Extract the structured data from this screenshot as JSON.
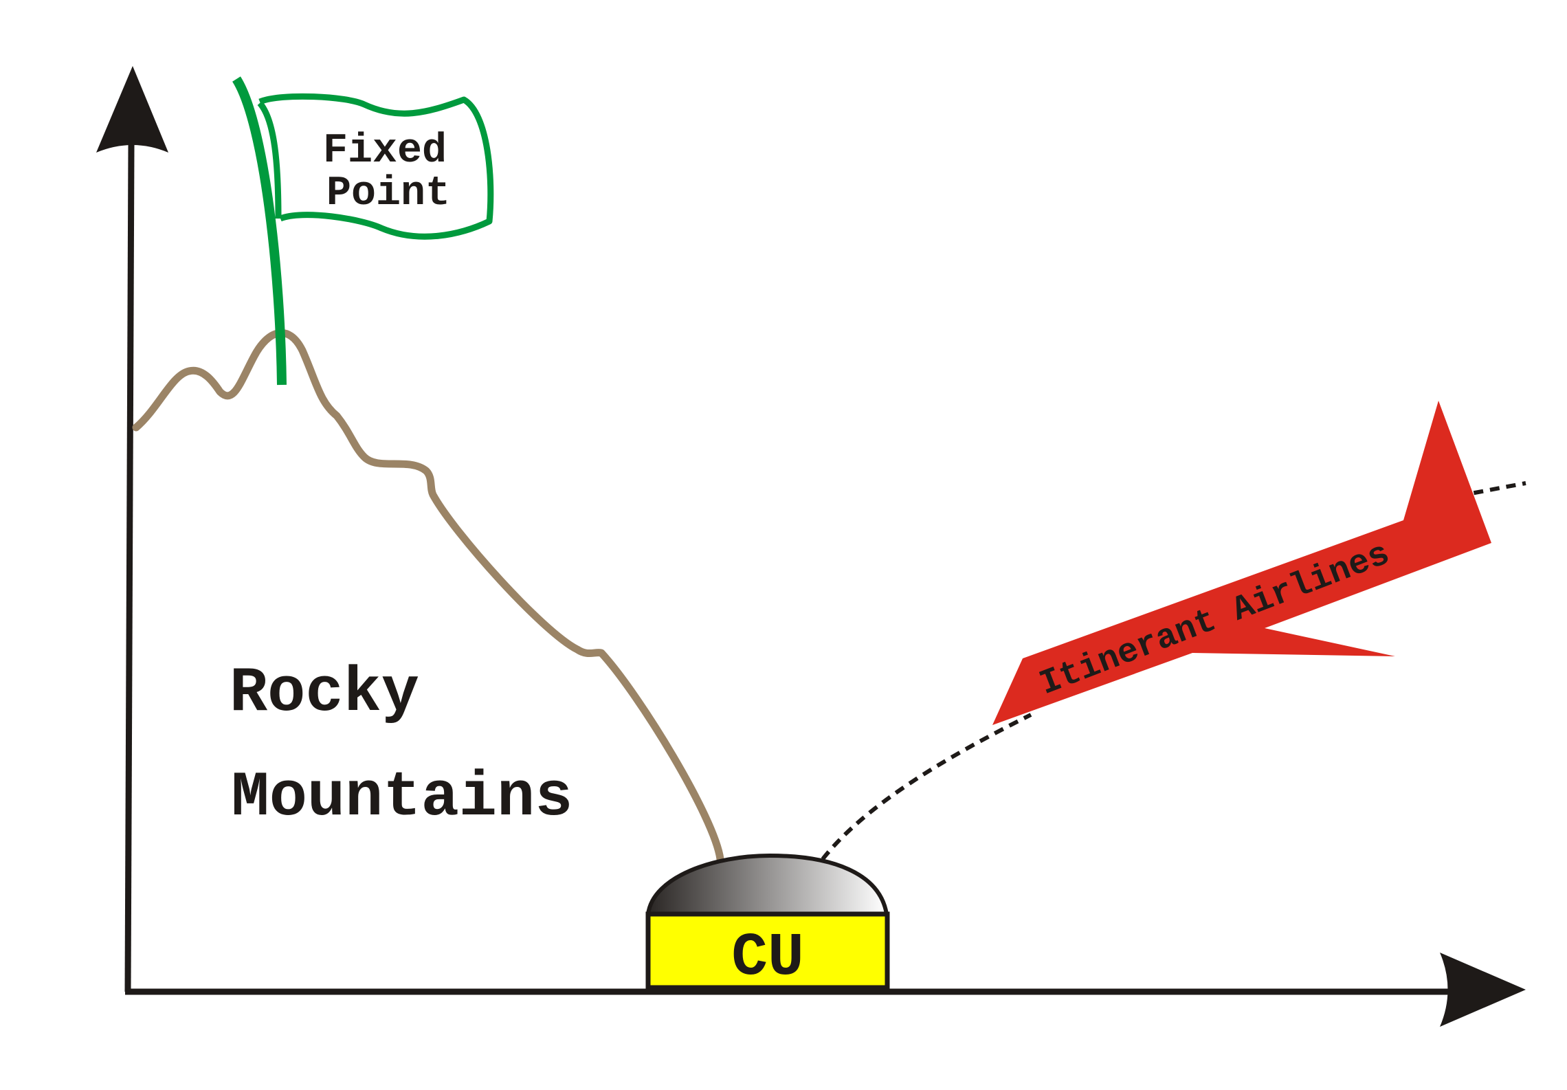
{
  "flag": {
    "line1": "Fixed",
    "line2": "Point",
    "color": "#009a3d"
  },
  "mountain": {
    "label_line1": "Rocky",
    "label_line2": "Mountains",
    "color": "#9b8466"
  },
  "dome": {
    "label": "CU",
    "base_color": "#ffff00"
  },
  "airplane": {
    "label": "Itinerant Airlines",
    "color": "#dc2a1f"
  },
  "axes": {
    "color": "#1e1a18"
  },
  "icons": [
    "flag-icon",
    "mountain-icon",
    "dome-icon",
    "airplane-icon"
  ]
}
